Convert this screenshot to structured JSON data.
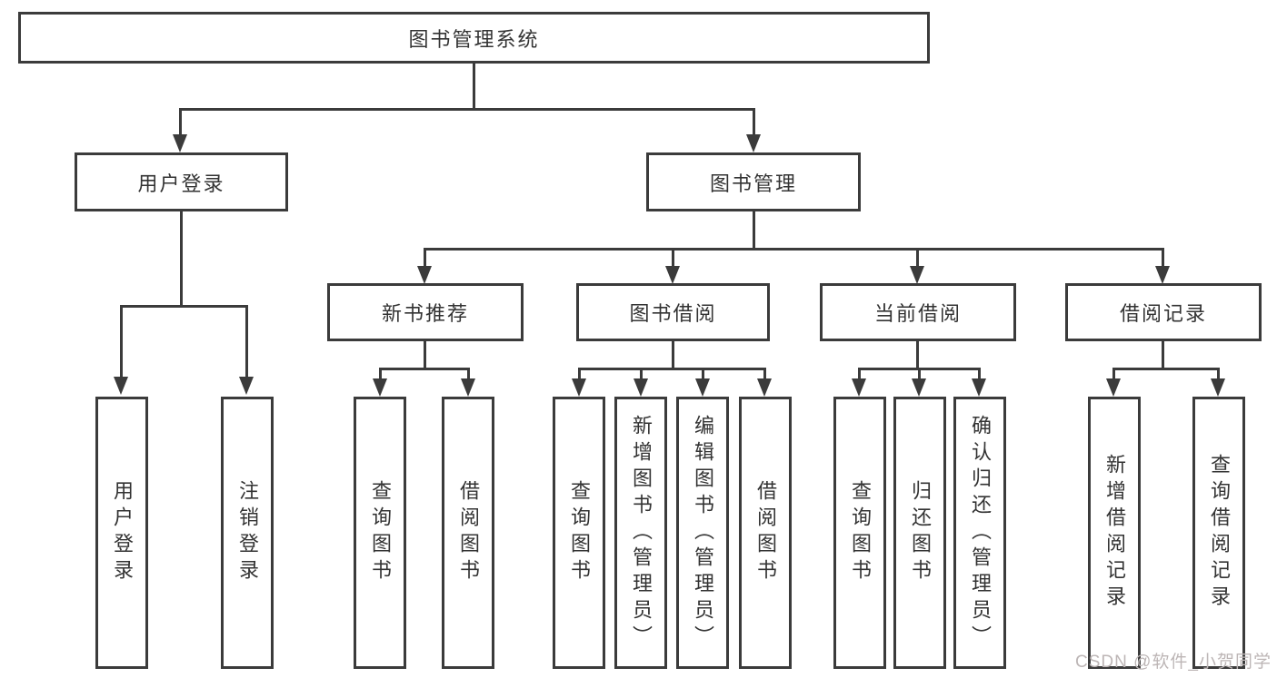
{
  "diagram": {
    "root_label": "图书管理系统",
    "login": {
      "label": "用户登录",
      "children": [
        "用户登录",
        "注销登录"
      ]
    },
    "management": {
      "label": "图书管理"
    },
    "modules": [
      {
        "label": "新书推荐",
        "children": [
          "查询图书",
          "借阅图书"
        ]
      },
      {
        "label": "图书借阅",
        "children": [
          "查询图书",
          "新增图书（管理员）",
          "编辑图书（管理员）",
          "借阅图书"
        ]
      },
      {
        "label": "当前借阅",
        "children": [
          "查询图书",
          "归还图书",
          "确认归还（管理员）"
        ]
      },
      {
        "label": "借阅记录",
        "children": [
          "新增借阅记录",
          "查询借阅记录"
        ]
      }
    ]
  },
  "watermark": {
    "text": "CSDN @软件_小贺同学"
  },
  "colors": {
    "line": "#3b3b3b",
    "text": "#333333",
    "watermark": "#bdb6b6",
    "box_bg": "#ffffff"
  }
}
